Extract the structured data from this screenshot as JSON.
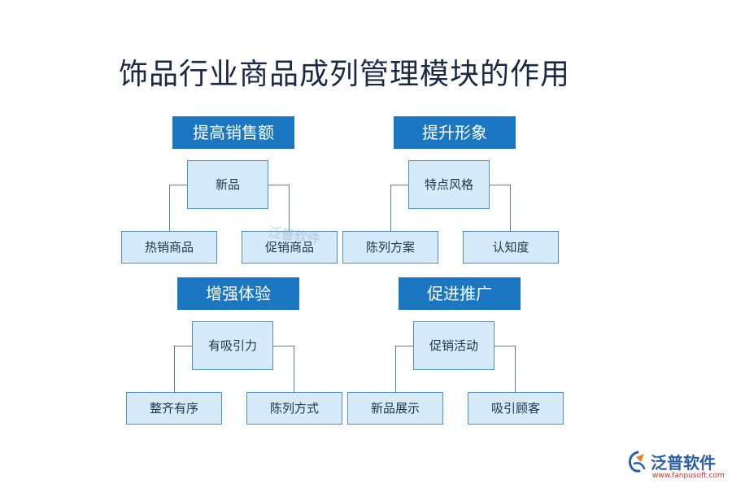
{
  "title": "饰品行业商品成列管理模块的作用",
  "groups": [
    {
      "header": "提高销售额",
      "center": "新品",
      "left": "热销商品",
      "right": "促销商品"
    },
    {
      "header": "提升形象",
      "center": "特点风格",
      "left": "陈列方案",
      "right": "认知度"
    },
    {
      "header": "增强体验",
      "center": "有吸引力",
      "left": "整齐有序",
      "right": "陈列方式"
    },
    {
      "header": "促进推广",
      "center": "促销活动",
      "left": "新品展示",
      "right": "吸引顾客"
    }
  ],
  "watermark": "泛普软件",
  "logo": {
    "name": "泛普软件",
    "url": "www.fanpusoft.com",
    "colors": {
      "blue": "#2a5fa8",
      "orange": "#e67e22",
      "red": "#c0392b"
    }
  },
  "colors": {
    "header_bg": "#1b77c2",
    "node_bg": "#d6eaf9",
    "node_border": "#4a8fc7",
    "title": "#1a2a44"
  }
}
